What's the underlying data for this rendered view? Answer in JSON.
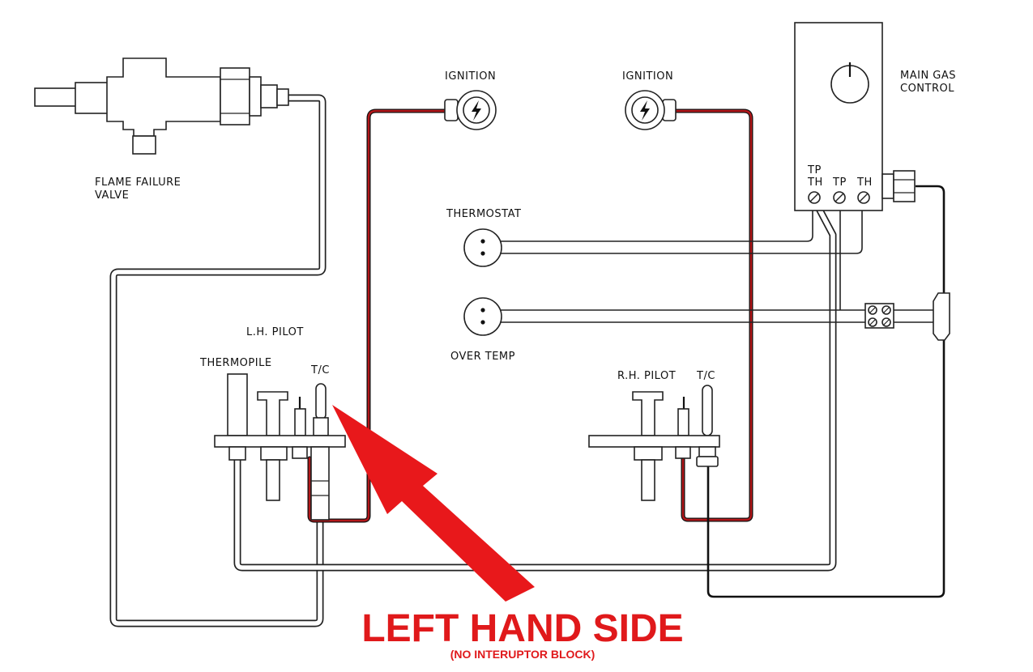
{
  "labels": {
    "flame_failure_valve_1": "FLAME FAILURE",
    "flame_failure_valve_2": "VALVE",
    "ignition_left": "IGNITION",
    "ignition_right": "IGNITION",
    "main_gas_control_1": "MAIN GAS",
    "main_gas_control_2": "CONTROL",
    "terminal_tp_th_top": "TP",
    "terminal_tp_th_bottom": "TH",
    "terminal_tp": "TP",
    "terminal_th": "TH",
    "thermostat": "THERMOSTAT",
    "over_temp": "OVER TEMP",
    "lh_pilot": "L.H. PILOT",
    "thermopile": "THERMOPILE",
    "tc_left": "T/C",
    "rh_pilot": "R.H. PILOT",
    "tc_right": "T/C"
  },
  "callout": {
    "title": "LEFT HAND SIDE",
    "subtitle": "(NO INTERUPTOR BLOCK)",
    "color": "#e0191b"
  },
  "colors": {
    "line": "#222222",
    "red_wire": "#b3171a",
    "arrow": "#e8181b"
  },
  "icons": [
    "lightning-bolt-icon",
    "arrow-icon"
  ]
}
